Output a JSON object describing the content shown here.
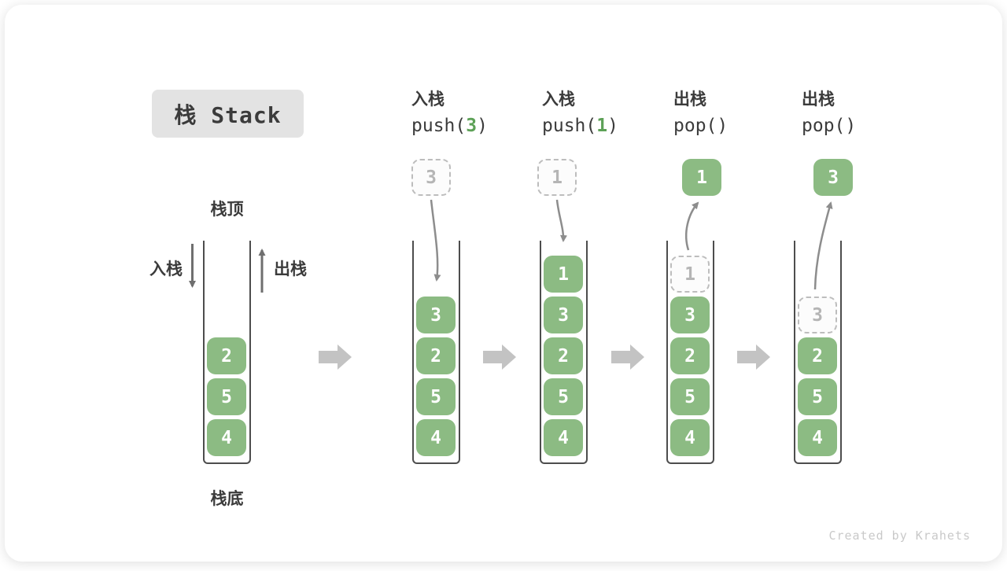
{
  "title": "栈 Stack",
  "watermark": "Created by Krahets",
  "stack_labels": {
    "top": "栈顶",
    "bottom": "栈底",
    "push_side": "入栈",
    "pop_side": "出栈"
  },
  "colors": {
    "box_green": "#8cbb83",
    "arg_green": "#5da157",
    "title_bg": "#e3e3e3",
    "text_dark": "#3b3b3b",
    "ghost_gray": "#b5b5b5",
    "curve_arrow_gray": "#8d8d8d",
    "step_arrow_gray": "#c3c3c3",
    "wall_gray": "#4d4d4d",
    "watermark_gray": "#c9c9c9"
  },
  "columns": [
    {
      "items": [
        "2",
        "5",
        "4"
      ]
    },
    {
      "op_name": "入栈",
      "op_code_pre": "push(",
      "op_arg": "3",
      "op_code_post": ")",
      "floating_value": "3",
      "items": [
        "3",
        "2",
        "5",
        "4"
      ]
    },
    {
      "op_name": "入栈",
      "op_code_pre": "push(",
      "op_arg": "1",
      "op_code_post": ")",
      "floating_value": "1",
      "items": [
        "1",
        "3",
        "2",
        "5",
        "4"
      ]
    },
    {
      "op_name": "出栈",
      "op_code_pre": "pop(",
      "op_arg": "",
      "op_code_post": ")",
      "floating_value": "1",
      "ghost_value": "1",
      "items": [
        "3",
        "2",
        "5",
        "4"
      ]
    },
    {
      "op_name": "出栈",
      "op_code_pre": "pop(",
      "op_arg": "",
      "op_code_post": ")",
      "floating_value": "3",
      "ghost_value": "3",
      "items": [
        "2",
        "5",
        "4"
      ]
    }
  ]
}
